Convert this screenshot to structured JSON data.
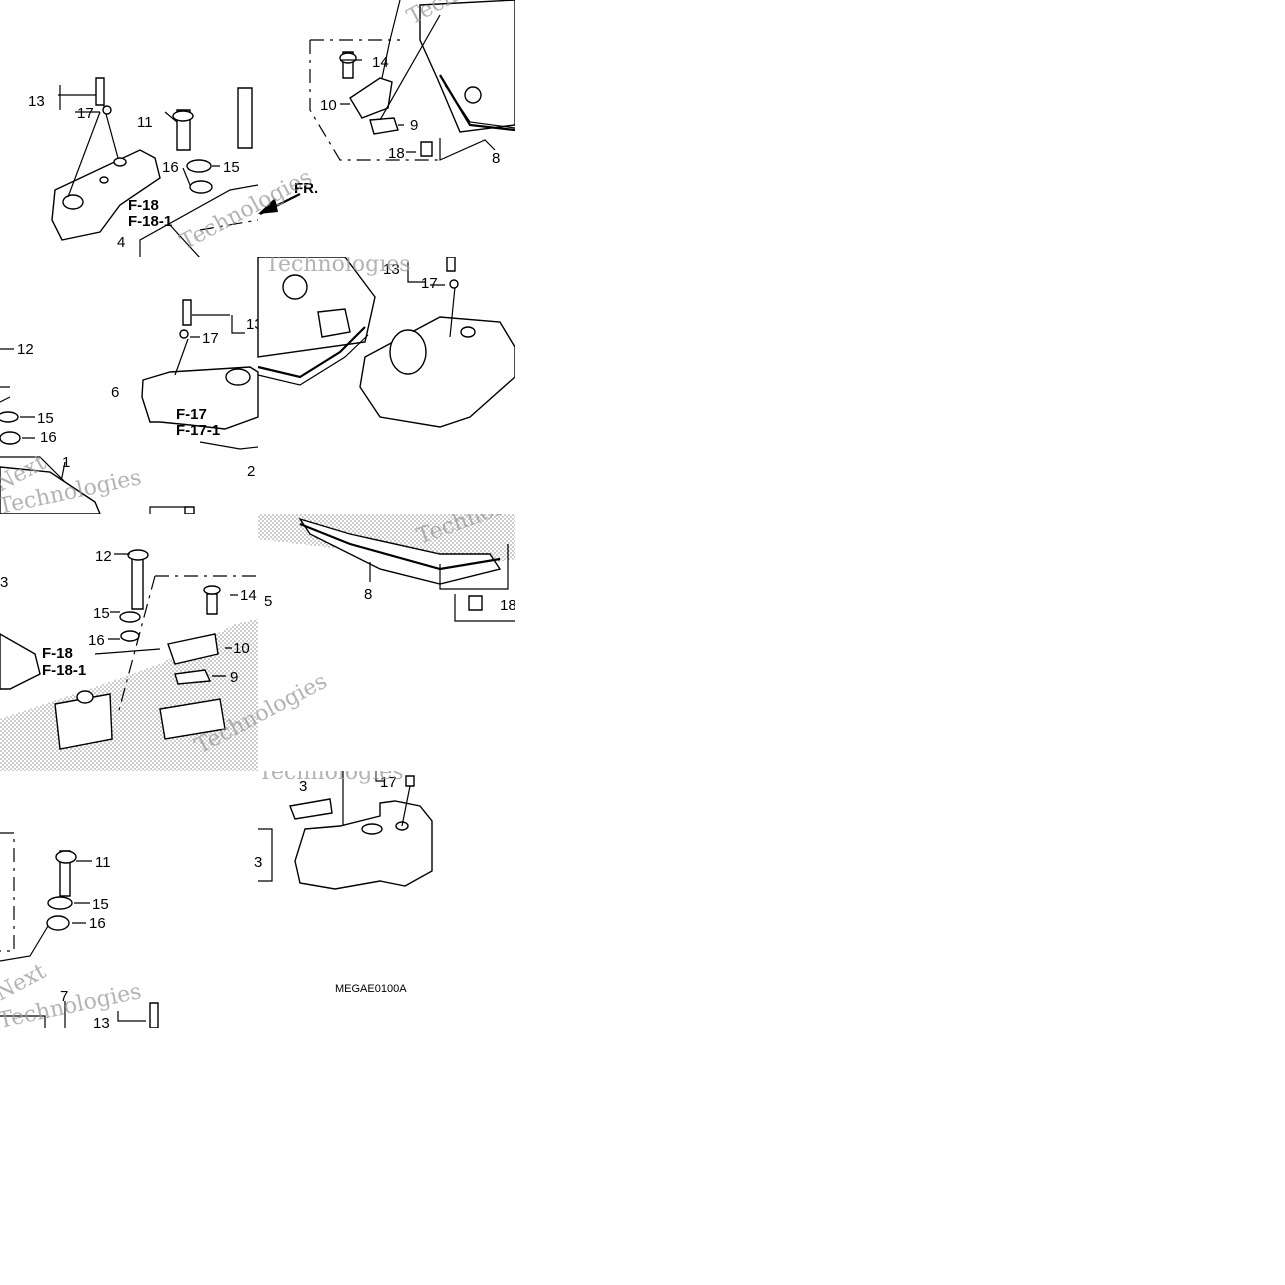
{
  "diagram_code": "MEGAE0100A",
  "watermark": {
    "brand": "Technologies",
    "brand_short": "Next"
  },
  "arrow_label": "FR.",
  "tile1": {
    "callouts": [
      "13",
      "17",
      "11",
      "16",
      "15",
      "4",
      "14",
      "10",
      "9",
      "18",
      "8"
    ],
    "refs": [
      "F-18",
      "F-18-1"
    ]
  },
  "tile2": {
    "callouts": [
      "12",
      "15",
      "16",
      "1",
      "17",
      "13",
      "6",
      "2",
      "13",
      "17"
    ],
    "refs": [
      "F-17",
      "F-17-1"
    ]
  },
  "tile3": {
    "callouts": [
      "3",
      "12",
      "15",
      "16",
      "14",
      "5",
      "10",
      "9",
      "8",
      "18"
    ],
    "refs": [
      "F-18",
      "F-18-1"
    ]
  },
  "tile4": {
    "callouts": [
      "11",
      "15",
      "16",
      "7",
      "13",
      "17",
      "3",
      "3"
    ]
  }
}
